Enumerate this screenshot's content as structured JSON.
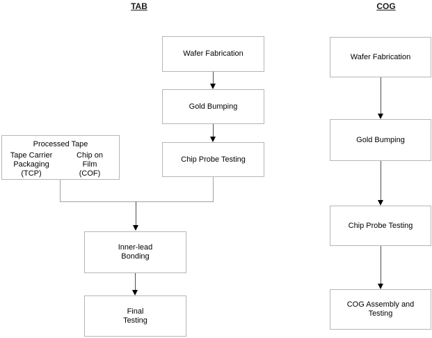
{
  "tab": {
    "title": "TAB",
    "nodes": {
      "wafer_fabrication": "Wafer Fabrication",
      "gold_bumping": "Gold Bumping",
      "chip_probe_testing": "Chip Probe Testing",
      "processed_tape": {
        "title": "Processed Tape",
        "option_left": "Tape Carrier\nPackaging\n(TCP)",
        "option_right": "Chip on\nFilm\n(COF)"
      },
      "inner_lead_bonding": "Inner-lead\nBonding",
      "final_testing": "Final\nTesting"
    }
  },
  "cog": {
    "title": "COG",
    "nodes": {
      "wafer_fabrication": "Wafer Fabrication",
      "gold_bumping": "Gold Bumping",
      "chip_probe_testing": "Chip Probe Testing",
      "cog_assembly_and_testing": "COG Assembly and\nTesting"
    }
  },
  "colors": {
    "box_border": "#b5b5b5",
    "connector_line": "#a3a3a3",
    "arrow_line": "#4d4d4d",
    "arrowhead": "#000000",
    "text": "#000000",
    "background": "#ffffff"
  }
}
